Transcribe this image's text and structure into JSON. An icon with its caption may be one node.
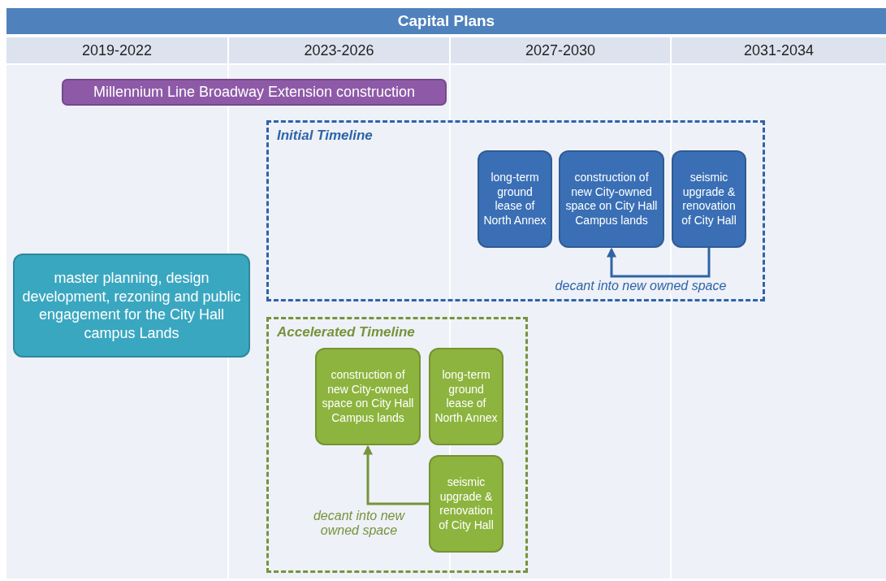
{
  "diagram": {
    "title": "Capital Plans",
    "nodes": [
      {
        "text": [
          "Millennium Line Broadway Extension construction"
        ]
      },
      {
        "text": [
          "Initial Timeline"
        ]
      },
      {
        "text": [
          "long-term ground lease of North Annex"
        ],
        "in": 1
      },
      {
        "text": [
          "construction of new City-owned space on City Hall Campus lands"
        ],
        "in": 1
      },
      {
        "text": [
          "seismic upgrade & renovation of City Hall"
        ],
        "in": 1
      },
      {
        "text": [
          "master planning, design development, rezoning and public engagement for the City Hall campus Lands"
        ]
      },
      {
        "text": [
          "Accelerated Timeline"
        ]
      },
      {
        "text": [
          "construction of new City-owned space on City Hall Campus lands"
        ],
        "in": 6
      },
      {
        "text": [
          "long-term ground lease of North Annex"
        ],
        "in": 6
      },
      {
        "text": [
          "seismic upgrade & renovation of City Hall"
        ],
        "in": 6
      }
    ],
    "edges": [
      {
        "from": 4,
        "to": 3,
        "arrow": "to",
        "label": "decant into new owned space",
        "color": "#2e64a8"
      },
      {
        "from": 9,
        "to": 7,
        "arrow": "to",
        "label": "decant into new owned space",
        "color": "#77933c"
      }
    ],
    "labels": [
      "2019-2022",
      "2023-2026",
      "2027-2030",
      "2031-2034"
    ]
  }
}
